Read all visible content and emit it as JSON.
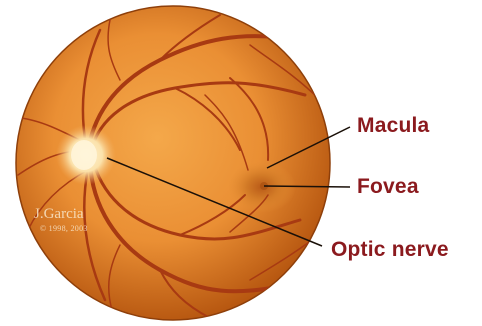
{
  "labels": {
    "macula": "Macula",
    "fovea": "Fovea",
    "optic_nerve": "Optic nerve"
  },
  "signature": {
    "name": "J.Garcia",
    "copyright": "© 1998, 2003"
  },
  "colors": {
    "label_text": "#8b1a1e",
    "pointer_line": "#1a1008",
    "retina_core": "#ee9a3a",
    "retina_edge": "#b5550f",
    "vessel": "#a83a12",
    "optic_disc": "#fbe7b6",
    "fovea": "#c4661c"
  }
}
